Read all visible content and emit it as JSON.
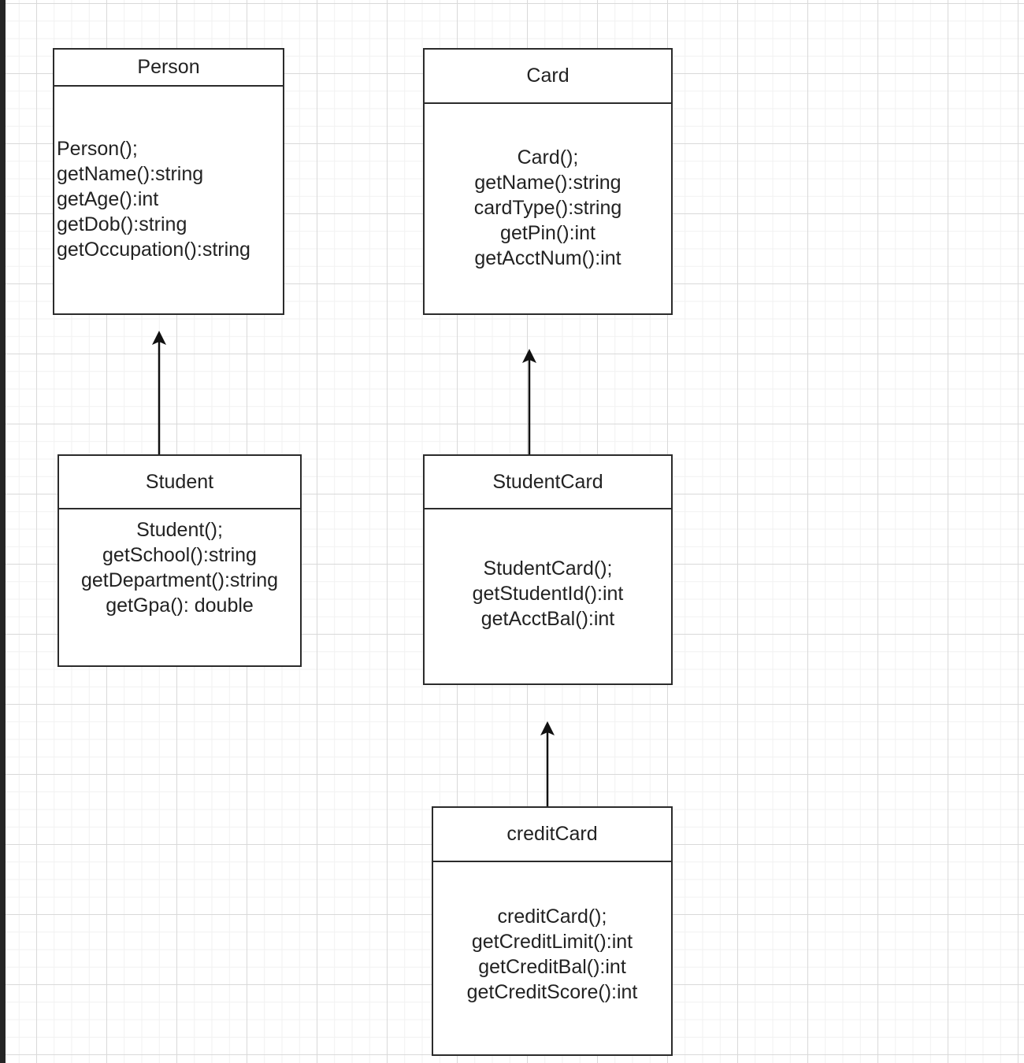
{
  "classes": {
    "person": {
      "name": "Person",
      "methods": [
        "Person();",
        "getName():string",
        "getAge():int",
        "getDob():string",
        "getOccupation():string"
      ]
    },
    "card": {
      "name": "Card",
      "methods": [
        "Card();",
        "getName():string",
        "cardType():string",
        "getPin():int",
        "getAcctNum():int"
      ]
    },
    "student": {
      "name": "Student",
      "methods": [
        "Student();",
        "getSchool():string",
        "getDepartment():string",
        "getGpa(): double"
      ]
    },
    "student_card": {
      "name": "StudentCard",
      "methods": [
        "StudentCard();",
        "getStudentId():int",
        "getAcctBal():int"
      ]
    },
    "credit_card": {
      "name": "creditCard",
      "methods": [
        "creditCard();",
        "getCreditLimit():int",
        "getCreditBal():int",
        "getCreditScore():int"
      ]
    }
  },
  "relations": [
    {
      "from": "Student",
      "to": "Person",
      "type": "inheritance"
    },
    {
      "from": "StudentCard",
      "to": "Card",
      "type": "inheritance"
    },
    {
      "from": "creditCard",
      "to": "StudentCard",
      "type": "inheritance"
    }
  ],
  "colors": {
    "line": "#111111",
    "border": "#2b2b2b",
    "grid": "#d9d9d9"
  }
}
